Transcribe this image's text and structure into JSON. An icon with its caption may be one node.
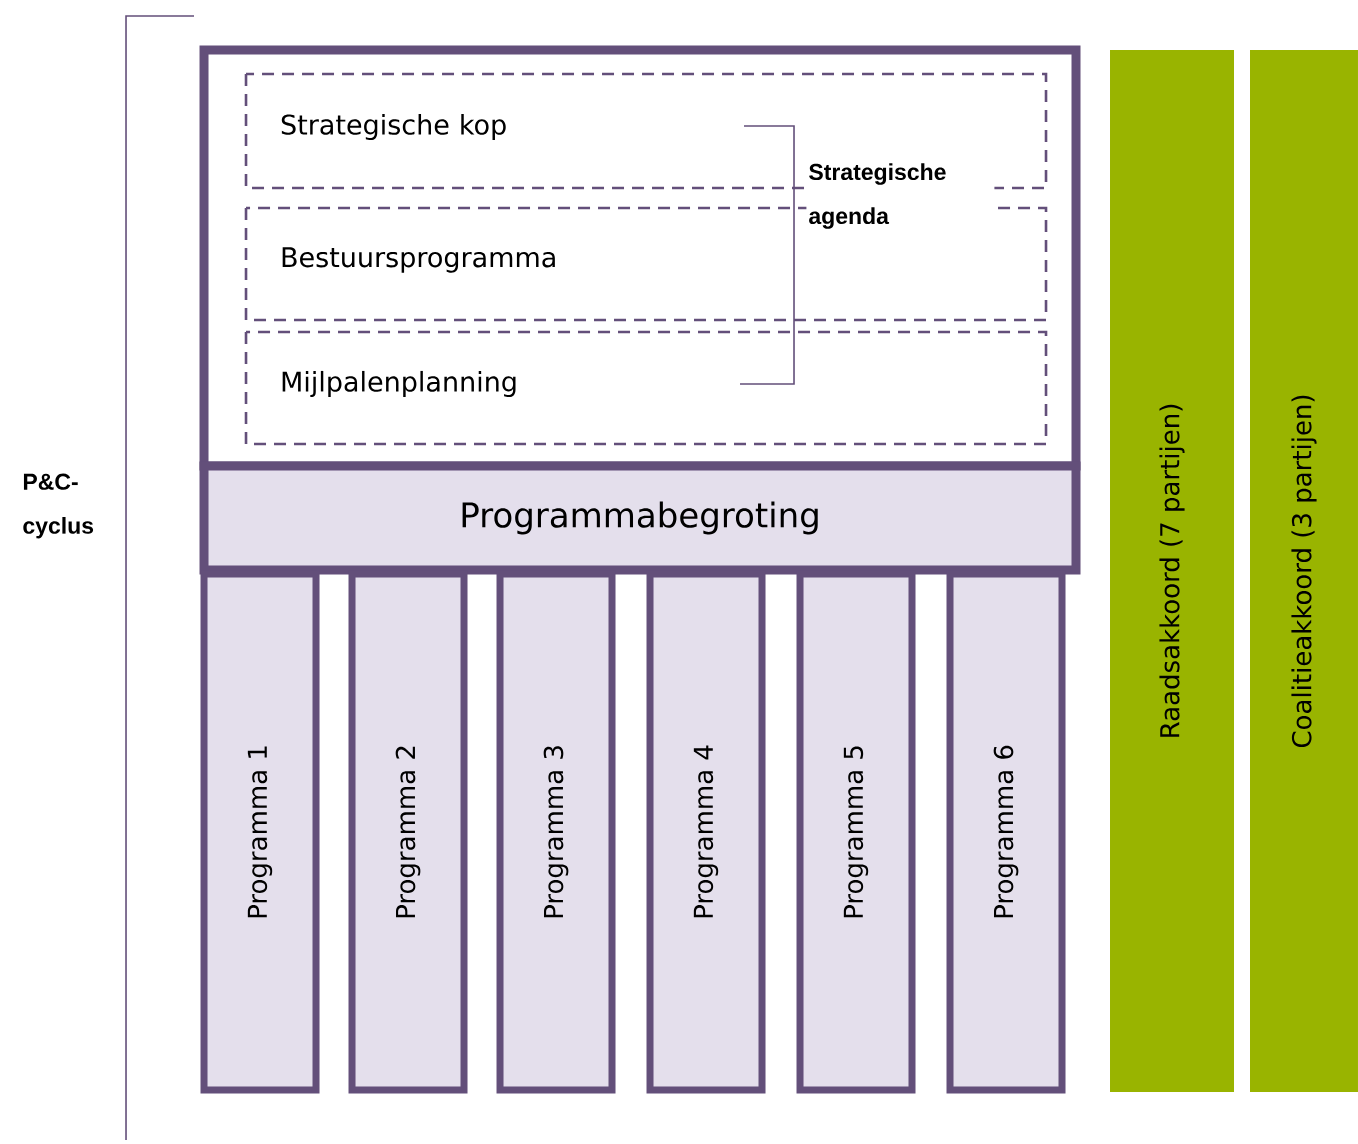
{
  "diagram": {
    "nodes": [
      {
        "text": [],
        "shape": "box"
      },
      {
        "text": [
          "Strategische kop"
        ],
        "in": 0
      },
      {
        "text": [
          "Bestuursprogramma"
        ],
        "in": 0
      },
      {
        "text": [
          "Mijlpalenplanning"
        ],
        "in": 0
      },
      {
        "text": [
          "Programmabegroting"
        ]
      },
      {
        "text": [
          "Programma 1"
        ]
      },
      {
        "text": [
          "Programma 2"
        ]
      },
      {
        "text": [
          "Programma 3"
        ]
      },
      {
        "text": [
          "Programma 4"
        ]
      },
      {
        "text": [
          "Programma 5"
        ]
      },
      {
        "text": [
          "Programma 6"
        ]
      },
      {
        "text": [
          "Raadsakkoord (7 partijen)"
        ]
      },
      {
        "text": [
          "Coalitieakkoord (3 partijen)"
        ]
      }
    ],
    "labels": [
      "Strategische agenda",
      "P&C-cyclus"
    ]
  }
}
